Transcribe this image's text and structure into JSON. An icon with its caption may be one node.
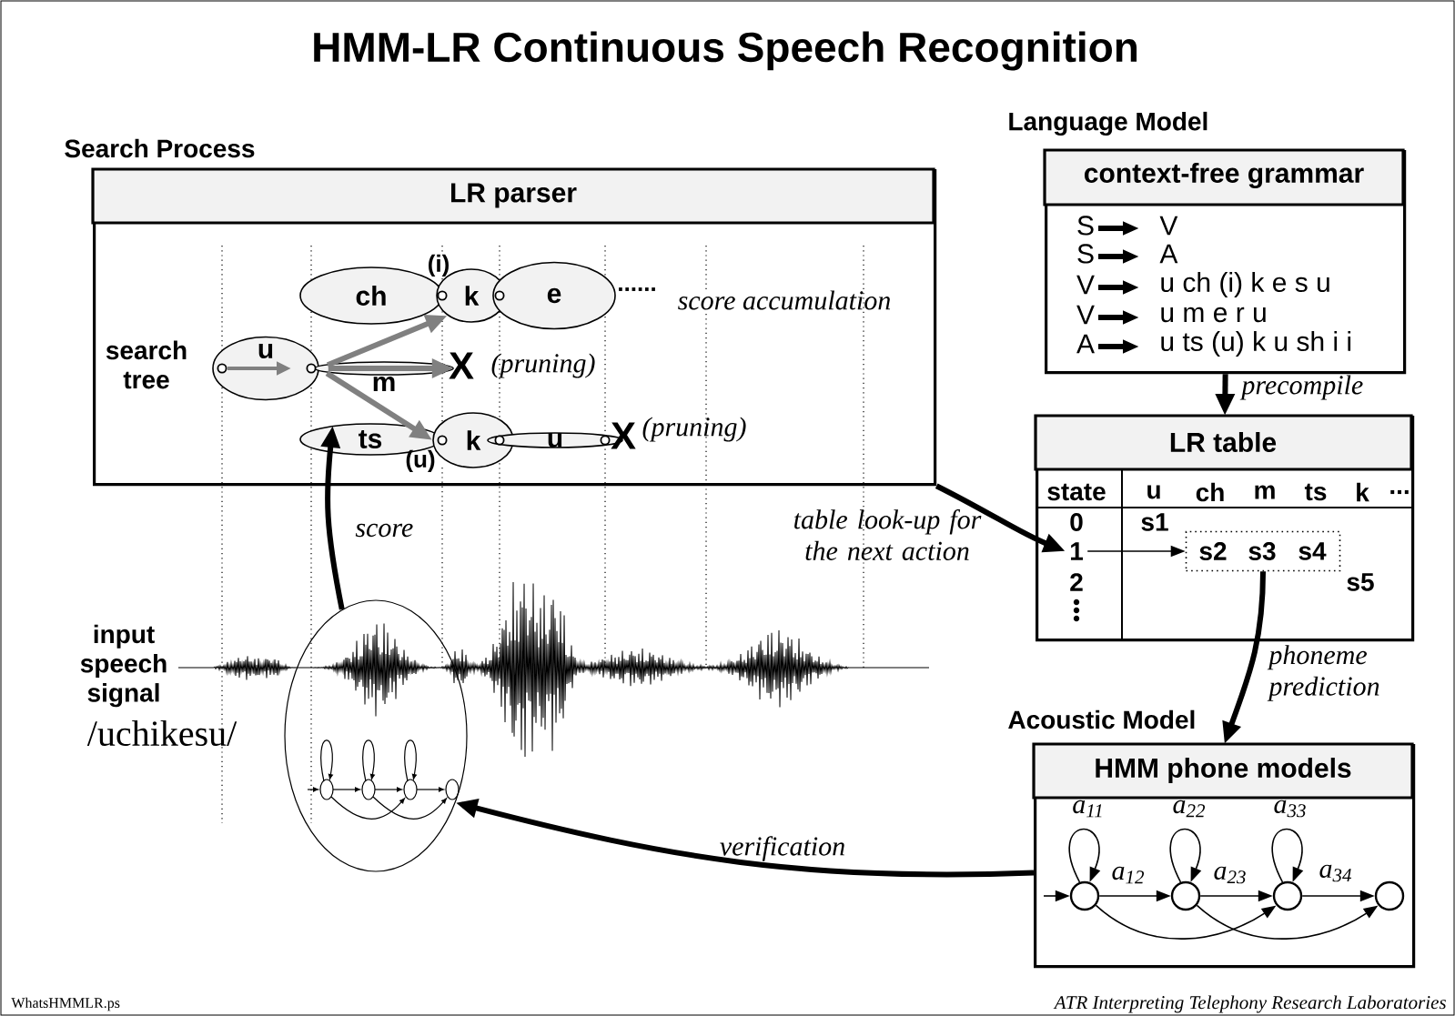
{
  "diagram": {
    "title": "HMM-LR Continuous Speech Recognition",
    "nodes": [
      {
        "text": [
          "Search Process",
          "LR parser"
        ]
      },
      {
        "text": [
          "u"
        ],
        "in": 0
      },
      {
        "text": [
          "ch"
        ],
        "in": 0
      },
      {
        "text": [
          "k"
        ],
        "in": 0
      },
      {
        "text": [
          "e"
        ],
        "in": 0,
        "beside": [
          "......"
        ]
      },
      {
        "text": [
          "m"
        ],
        "in": 0
      },
      {
        "text": [
          "ts"
        ],
        "in": 0
      },
      {
        "text": [
          "k"
        ],
        "in": 0
      },
      {
        "text": [
          "u"
        ],
        "in": 0
      },
      {
        "text": [
          "Language Model",
          "context-free grammar",
          "S",
          "V",
          "S",
          "A",
          "V",
          "u ch (i) k e s u",
          "V",
          "u m e r u",
          "A",
          "u ts (u) k u sh i i"
        ]
      },
      {
        "text": [
          "LR table",
          "state",
          "u",
          "ch",
          "m",
          "ts",
          "k",
          "...",
          "0",
          "s1",
          "2",
          "s5"
        ]
      },
      {
        "text": [
          "1"
        ],
        "in": 10
      },
      {
        "text": [
          "s2",
          "s3",
          "s4"
        ],
        "in": 10
      },
      {
        "text": [
          "Acoustic Model",
          "HMM phone models"
        ]
      },
      {
        "text": [],
        "shape": "circle",
        "in": 13
      },
      {
        "text": [],
        "shape": "circle",
        "in": 13
      },
      {
        "text": [],
        "shape": "circle",
        "in": 13
      },
      {
        "text": [],
        "shape": "circle",
        "in": 13
      },
      {
        "text": [],
        "shape": "circle"
      }
    ],
    "edges": [
      {
        "from": 1,
        "to": 3,
        "arrow": "to",
        "style": "thick",
        "color": "#808080"
      },
      {
        "from": 1,
        "to": 5,
        "arrow": "to",
        "style": "thick",
        "color": "#808080"
      },
      {
        "from": 1,
        "to": 7,
        "arrow": "to",
        "style": "thick",
        "color": "#808080"
      },
      {
        "from": 18,
        "to": 6,
        "arrow": "to",
        "label": "score",
        "style": "thick"
      },
      {
        "from": 0,
        "to": 11,
        "arrow": "to",
        "label": "table look-up for the next action",
        "style": "thick"
      },
      {
        "from": 9,
        "to": 10,
        "arrow": "to",
        "label": "precompile",
        "style": "thick"
      },
      {
        "from": 11,
        "to": 12,
        "arrow": "to"
      },
      {
        "from": 12,
        "to": 13,
        "arrow": "to",
        "label": "phoneme prediction",
        "style": "thick"
      },
      {
        "from": 13,
        "to": 18,
        "arrow": "to",
        "label": "verification",
        "style": "thick"
      },
      {
        "from": null,
        "to": 14,
        "arrow": "to"
      },
      {
        "from": 14,
        "to": 15,
        "arrow": "to",
        "label": "a$_{12}$"
      },
      {
        "from": 15,
        "to": 16,
        "arrow": "to",
        "label": "a$_{23}$"
      },
      {
        "from": 16,
        "to": 17,
        "arrow": "to",
        "label": "a$_{34}$"
      },
      {
        "from": 14,
        "to": 16,
        "arrow": "to"
      },
      {
        "from": 15,
        "to": 17,
        "arrow": "to"
      },
      {
        "from": 14,
        "to": 14,
        "arrow": "to",
        "label": "a$_{11}$"
      },
      {
        "from": 15,
        "to": 15,
        "arrow": "to",
        "label": "a$_{22}$"
      },
      {
        "from": 16,
        "to": 16,
        "arrow": "to",
        "label": "a$_{33}$"
      }
    ],
    "labels": [
      "search tree",
      "(i)",
      "score accumulation",
      "X",
      "(pruning)",
      "(u)",
      "X",
      "(pruning)",
      "input speech signal",
      "/uchikesu/",
      "WhatsHMMLR.ps",
      "ATR Interpreting Telephony Research Laboratories"
    ]
  }
}
